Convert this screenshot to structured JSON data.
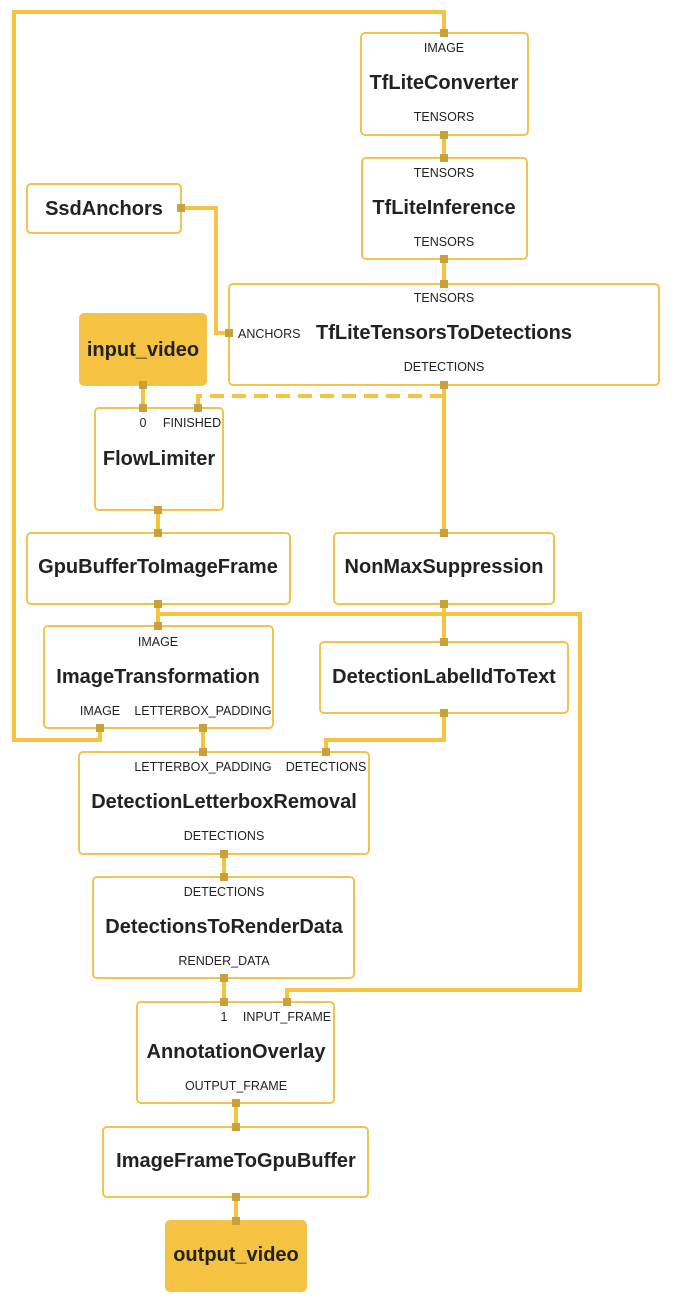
{
  "colors": {
    "edge": "#f5c242",
    "node_border": "#f0c44c",
    "stream_fill": "#f5c242",
    "port_dot": "#c9a13a",
    "text": "#222222"
  },
  "nodes": {
    "tflite_converter": {
      "title": "TfLiteConverter",
      "in": [
        "IMAGE"
      ],
      "out": [
        "TENSORS"
      ]
    },
    "tflite_inference": {
      "title": "TfLiteInference",
      "in": [
        "TENSORS"
      ],
      "out": [
        "TENSORS"
      ]
    },
    "ssd_anchors": {
      "title": "SsdAnchors"
    },
    "tensors_to_detections": {
      "title": "TfLiteTensorsToDetections",
      "in": [
        "TENSORS",
        "ANCHORS"
      ],
      "out": [
        "DETECTIONS"
      ]
    },
    "input_video": {
      "title": "input_video"
    },
    "flow_limiter": {
      "title": "FlowLimiter",
      "in": [
        "0",
        "FINISHED"
      ]
    },
    "gpu_to_image": {
      "title": "GpuBufferToImageFrame"
    },
    "non_max_suppression": {
      "title": "NonMaxSuppression"
    },
    "image_transformation": {
      "title": "ImageTransformation",
      "in": [
        "IMAGE"
      ],
      "out": [
        "IMAGE",
        "LETTERBOX_PADDING"
      ]
    },
    "label_id_to_text": {
      "title": "DetectionLabelIdToText"
    },
    "letterbox_removal": {
      "title": "DetectionLetterboxRemoval",
      "in": [
        "LETTERBOX_PADDING",
        "DETECTIONS"
      ],
      "out": [
        "DETECTIONS"
      ]
    },
    "to_render_data": {
      "title": "DetectionsToRenderData",
      "in": [
        "DETECTIONS"
      ],
      "out": [
        "RENDER_DATA"
      ]
    },
    "annotation_overlay": {
      "title": "AnnotationOverlay",
      "in": [
        "1",
        "INPUT_FRAME"
      ],
      "out": [
        "OUTPUT_FRAME"
      ]
    },
    "image_to_gpu": {
      "title": "ImageFrameToGpuBuffer"
    },
    "output_video": {
      "title": "output_video"
    }
  }
}
